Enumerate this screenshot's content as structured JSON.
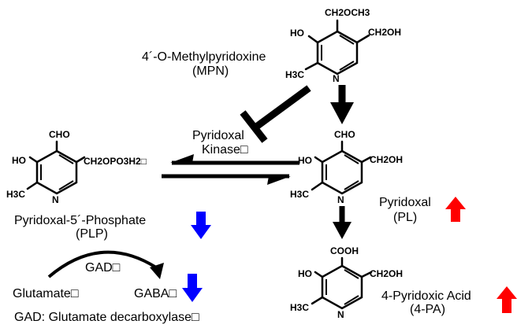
{
  "colors": {
    "increase": "#ff0000",
    "decrease": "#0000ff",
    "ink": "#000000"
  },
  "mpn": {
    "name": "4´-O-Methylpyridoxine",
    "abbr": "(MPN)",
    "ho": "HO",
    "top_group": "CH2OCH3",
    "right_group": "CH2OH",
    "methyl": "H3C",
    "n": "N"
  },
  "plp": {
    "name": "Pyridoxal-5´-Phosphate",
    "abbr": "(PLP)",
    "top_group": "CHO",
    "ho": "HO",
    "right_group": "CH2OPO3H2□",
    "methyl": "H3C",
    "n": "N",
    "change": "decrease"
  },
  "pl": {
    "name": "Pyridoxal",
    "abbr": "(PL)",
    "top_group": "CHO",
    "ho": "HO",
    "right_group": "CH2OH",
    "methyl": "H3C",
    "n": "N",
    "change": "increase"
  },
  "pa": {
    "name": "4-Pyridoxic Acid",
    "abbr": "(4-PA)",
    "top_group": "COOH",
    "ho": "HO",
    "right_group": "CH2OH",
    "methyl": "H3C",
    "n": "N",
    "change": "increase"
  },
  "enzyme": {
    "line1": "Pyridoxal",
    "line2": "Kinase□"
  },
  "gad_reaction": {
    "enzyme": "GAD□",
    "substrate": "Glutamate□",
    "product": "GABA□",
    "product_change": "decrease"
  },
  "footnote": "GAD: Glutamate decarboxylase□"
}
